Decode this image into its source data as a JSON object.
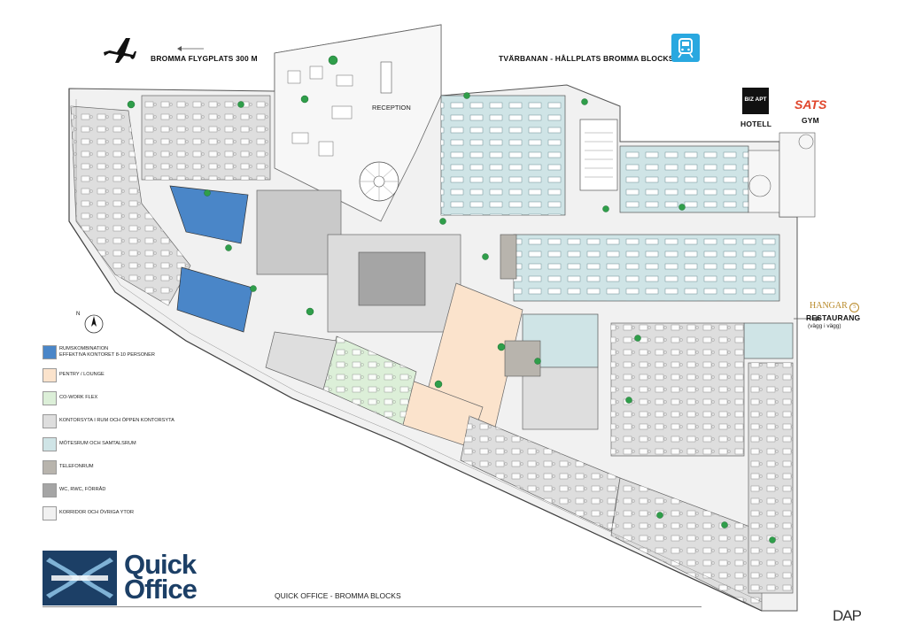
{
  "header": {
    "airport_label": "BROMMA FLYGPLATS 300 M",
    "tram_label": "TVÄRBANAN - HÅLLPLATS BROMMA BLOCKS",
    "airport_icon": "airplane-icon",
    "tram_icon": "tram-icon",
    "tram_icon_color": "#29a8e0"
  },
  "neighbors": {
    "hotel_logo": "BIZ APT",
    "hotel_label": "HOTELL",
    "gym_logo": "SATS",
    "gym_logo_color": "#e0452b",
    "gym_label": "GYM",
    "restaurant_logo": "HANGAR",
    "restaurant_logo_mark": "5",
    "restaurant_label": "RESTAURANG",
    "restaurant_note": "(vägg i vägg)"
  },
  "plan": {
    "reception_label": "RECEPTION",
    "compass_label": "N"
  },
  "legend": [
    {
      "text": "RUMSKOMBINATION\nEFFEKTIVA KONTORET 8-10 PERSONER",
      "color": "#4a86c8"
    },
    {
      "text": "PENTRY / LOUNGE",
      "color": "#fbe3cc"
    },
    {
      "text": "CO-WORK FLEX",
      "color": "#dcefd8"
    },
    {
      "text": "KONTORSYTA I RUM OCH ÖPPEN KONTORSYTA",
      "color": "#dedede"
    },
    {
      "text": "MÖTESRUM OCH SAMTALSRUM",
      "color": "#cfe4e6"
    },
    {
      "text": "TELEFONRUM",
      "color": "#b8b4ad"
    },
    {
      "text": "WC, RWC, FÖRRÅD",
      "color": "#a5a5a5"
    },
    {
      "text": "KORRIDOR OCH ÖVRIGA YTOR",
      "color": "#f1f1f1"
    }
  ],
  "footer": {
    "brand_line1": "Quick",
    "brand_line2": "Office",
    "brand_color": "#1c3f66",
    "title": "QUICK OFFICE - BROMMA BLOCKS",
    "architect_logo": "DAP"
  }
}
